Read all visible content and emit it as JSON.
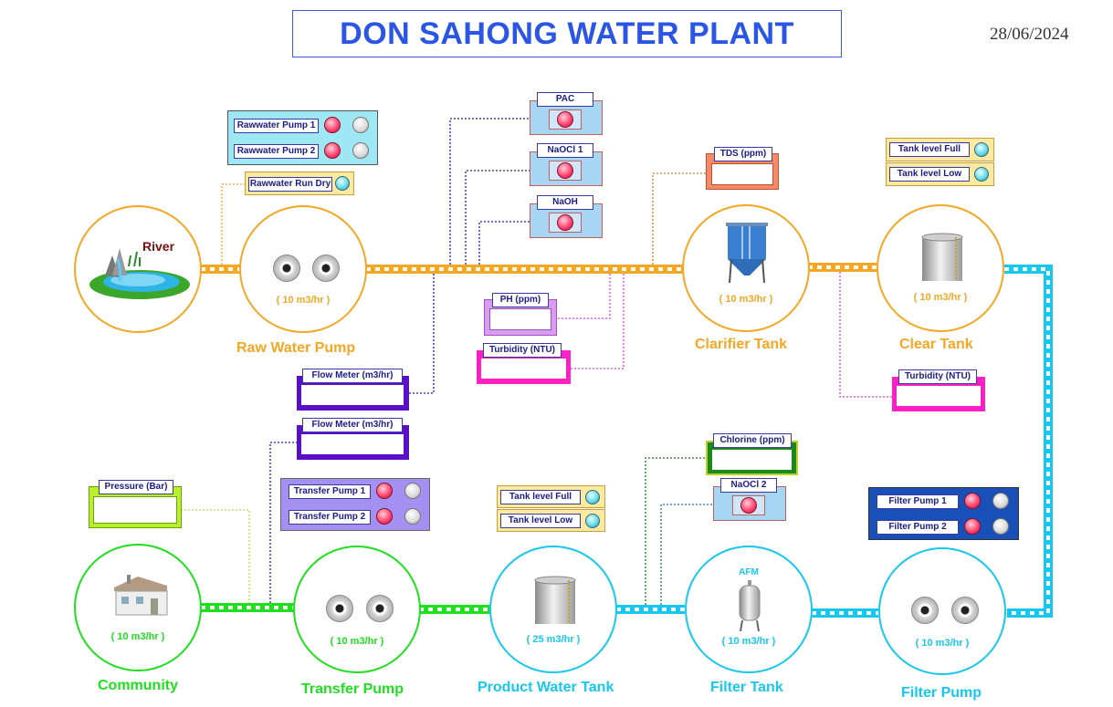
{
  "title": "DON SAHONG WATER PLANT",
  "date": "28/06/2024",
  "stations": {
    "river": {
      "label": "River"
    },
    "raw_water_pump": {
      "name": "Raw Water Pump",
      "flow": "( 10 m3/hr )"
    },
    "clarifier_tank": {
      "name": "Clarifier Tank",
      "flow": "( 10 m3/hr )"
    },
    "clear_tank": {
      "name": "Clear Tank",
      "flow": "( 10 m3/hr )"
    },
    "community": {
      "name": "Community",
      "flow": "( 10 m3/hr )"
    },
    "transfer_pump": {
      "name": "Transfer Pump",
      "flow": "( 10 m3/hr )"
    },
    "product_water_tank": {
      "name": "Product Water Tank",
      "flow": "( 25 m3/hr )"
    },
    "filter_tank": {
      "name": "Filter Tank",
      "flow": "( 10 m3/hr )",
      "badge": "AFM"
    },
    "filter_pump": {
      "name": "Filter Pump",
      "flow": "( 10 m3/hr )"
    }
  },
  "panels": {
    "rawwater_pumps": [
      "Rawwater Pump 1",
      "Rawwater Pump 2"
    ],
    "rawwater_run_dry": "Rawwater Run Dry",
    "pac": "PAC",
    "naocl1": "NaOCl 1",
    "naoh": "NaOH",
    "tds": "TDS (ppm)",
    "clear_tank_levels": [
      "Tank level Full",
      "Tank level Low"
    ],
    "ph": "PH (ppm)",
    "turbidity_raw": "Turbidity (NTU)",
    "turbidity_clear": "Turbidity (NTU)",
    "flow_meter_1": "Flow Meter (m3/hr)",
    "flow_meter_2": "Flow Meter (m3/hr)",
    "pressure": "Pressure (Bar)",
    "transfer_pumps": [
      "Transfer Pump 1",
      "Transfer Pump 2"
    ],
    "product_tank_levels": [
      "Tank level Full",
      "Tank level Low"
    ],
    "chlorine": "Chlorine (ppm)",
    "naocl2": "NaOCl 2",
    "filter_pumps": [
      "Filter Pump 1",
      "Filter Pump 2"
    ]
  },
  "colors": {
    "orange": "#f5a623",
    "green": "#1ee01e",
    "cyan": "#16c8f0",
    "title_blue": "#2a55e5",
    "indicator_red": "#ff3d6a",
    "indicator_gray": "#d8d8d8",
    "indicator_cyan": "#5fd6e6"
  }
}
